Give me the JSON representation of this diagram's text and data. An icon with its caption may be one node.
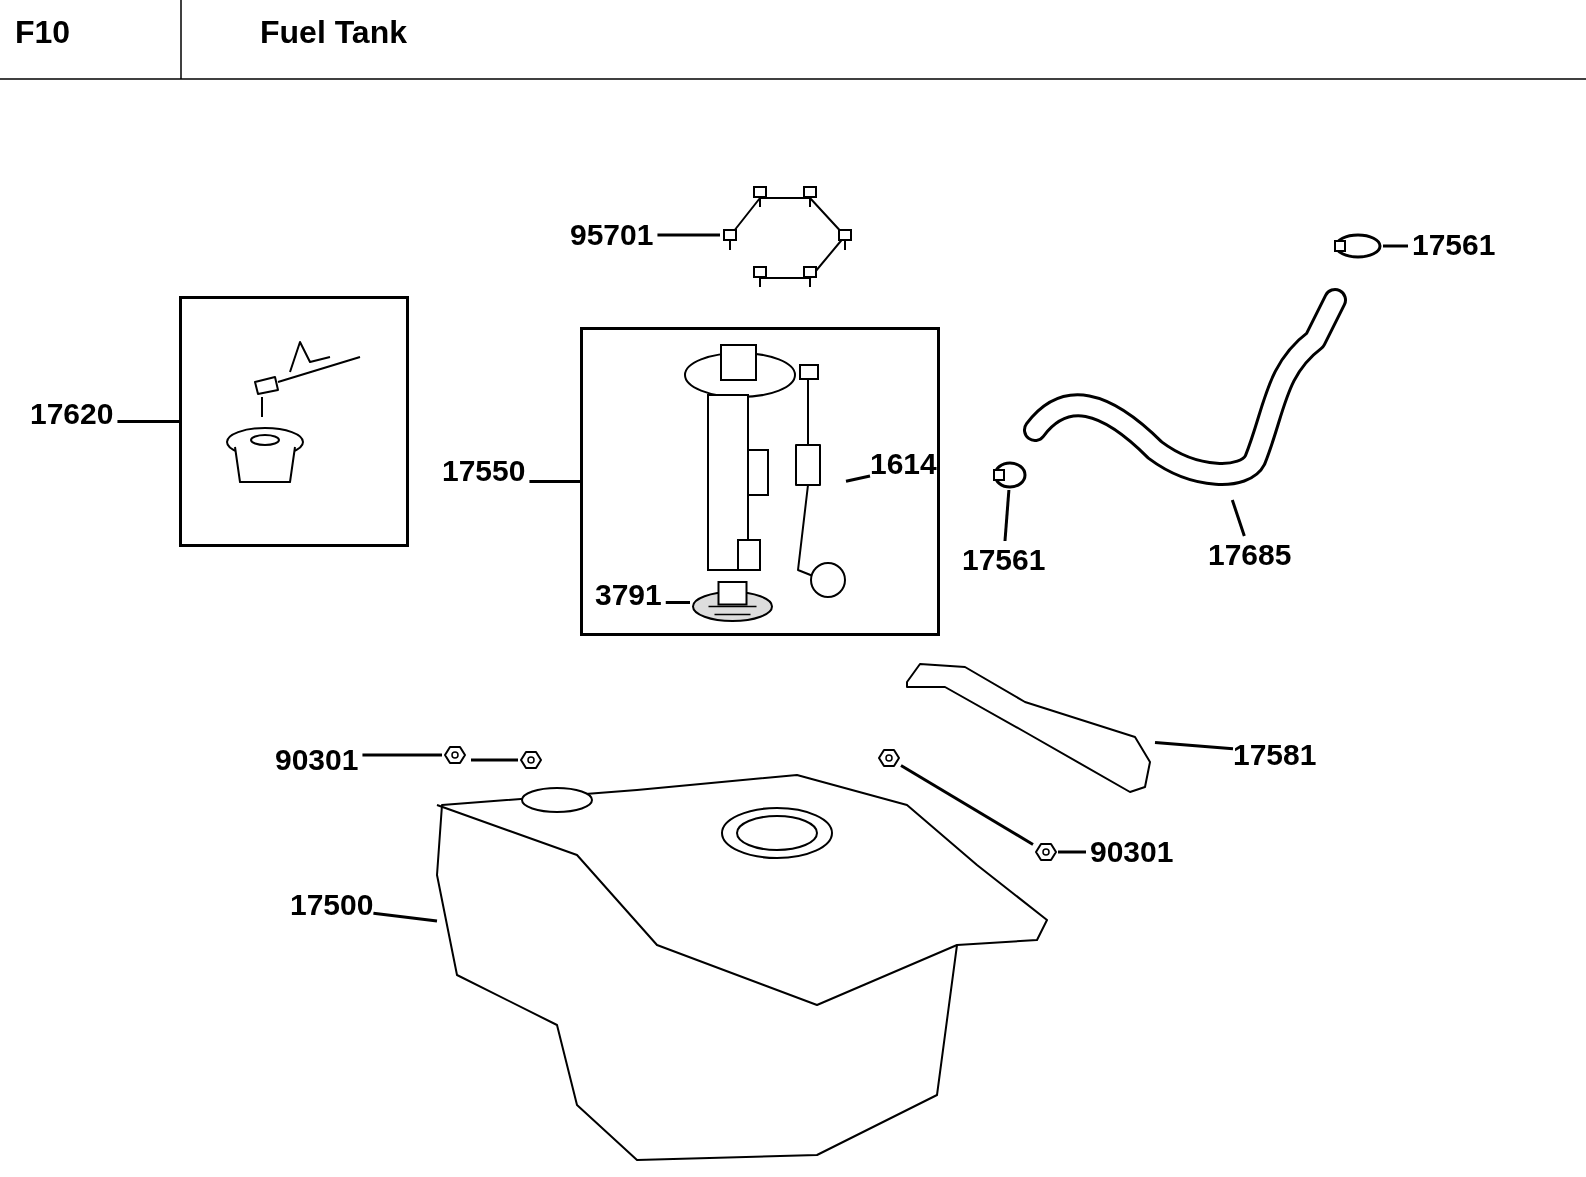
{
  "diagram": {
    "title": "Fuel Tank",
    "nodes": [
      {
        "text": [
          "95701"
        ]
      },
      {
        "text": [],
        "shape": "picture"
      },
      {
        "text": [
          "17561"
        ]
      },
      {
        "text": [],
        "shape": "picture"
      },
      {
        "text": [
          "17620"
        ]
      },
      {
        "text": [],
        "shape": "box"
      },
      {
        "text": [],
        "shape": "picture",
        "in": 5
      },
      {
        "text": [
          "17550"
        ]
      },
      {
        "text": [],
        "shape": "box"
      },
      {
        "text": [],
        "shape": "picture",
        "in": 8
      },
      {
        "text": [
          "1614"
        ],
        "in": 8
      },
      {
        "text": [],
        "shape": "picture",
        "in": 8
      },
      {
        "text": [
          "3791"
        ],
        "in": 8
      },
      {
        "text": [],
        "shape": "picture",
        "in": 8
      },
      {
        "text": [
          "17561"
        ]
      },
      {
        "text": [],
        "shape": "picture"
      },
      {
        "text": [
          "17685"
        ]
      },
      {
        "text": [],
        "shape": "picture"
      },
      {
        "text": [
          "90301"
        ]
      },
      {
        "text": [],
        "shape": "picture"
      },
      {
        "text": [],
        "shape": "picture"
      },
      {
        "text": [
          "17581"
        ]
      },
      {
        "text": [],
        "shape": "picture"
      },
      {
        "text": [
          "90301"
        ]
      },
      {
        "text": [],
        "shape": "picture"
      },
      {
        "text": [],
        "shape": "picture"
      },
      {
        "text": [
          "17500"
        ]
      },
      {
        "text": [],
        "shape": "picture"
      }
    ],
    "edges": [
      {
        "from": 0,
        "to": 1,
        "arrow": "none"
      },
      {
        "from": 2,
        "to": 3,
        "arrow": "none"
      },
      {
        "from": 4,
        "to": 5,
        "arrow": "none"
      },
      {
        "from": 7,
        "to": 8,
        "arrow": "none"
      },
      {
        "from": 10,
        "to": 11,
        "arrow": "none"
      },
      {
        "from": 12,
        "to": 13,
        "arrow": "none"
      },
      {
        "from": 14,
        "to": 15,
        "arrow": "none"
      },
      {
        "from": 16,
        "to": 17,
        "arrow": "none"
      },
      {
        "from": 18,
        "to": 19,
        "arrow": "none"
      },
      {
        "from": 19,
        "to": 20,
        "arrow": "none"
      },
      {
        "from": 21,
        "to": 22,
        "arrow": "none"
      },
      {
        "from": 23,
        "to": 24,
        "arrow": "none"
      },
      {
        "from": 24,
        "to": 25,
        "arrow": "none"
      },
      {
        "from": 26,
        "to": 27,
        "arrow": "none"
      }
    ],
    "labels": [
      "F10"
    ]
  }
}
